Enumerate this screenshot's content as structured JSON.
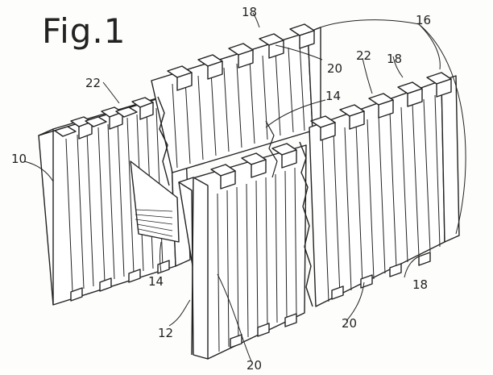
{
  "figure": {
    "title": "Fig.1",
    "labels": [
      {
        "id": "ref-10",
        "text": "10"
      },
      {
        "id": "ref-12",
        "text": "12"
      },
      {
        "id": "ref-14a",
        "text": "14"
      },
      {
        "id": "ref-14b",
        "text": "14"
      },
      {
        "id": "ref-16",
        "text": "16"
      },
      {
        "id": "ref-18a",
        "text": "18"
      },
      {
        "id": "ref-18b",
        "text": "18"
      },
      {
        "id": "ref-18c",
        "text": "18"
      },
      {
        "id": "ref-20a",
        "text": "20"
      },
      {
        "id": "ref-20b",
        "text": "20"
      },
      {
        "id": "ref-20c",
        "text": "20"
      },
      {
        "id": "ref-22a",
        "text": "22"
      },
      {
        "id": "ref-22b",
        "text": "22"
      }
    ]
  },
  "colors": {
    "ink": "#222222",
    "paper": "#fdfdfb"
  }
}
